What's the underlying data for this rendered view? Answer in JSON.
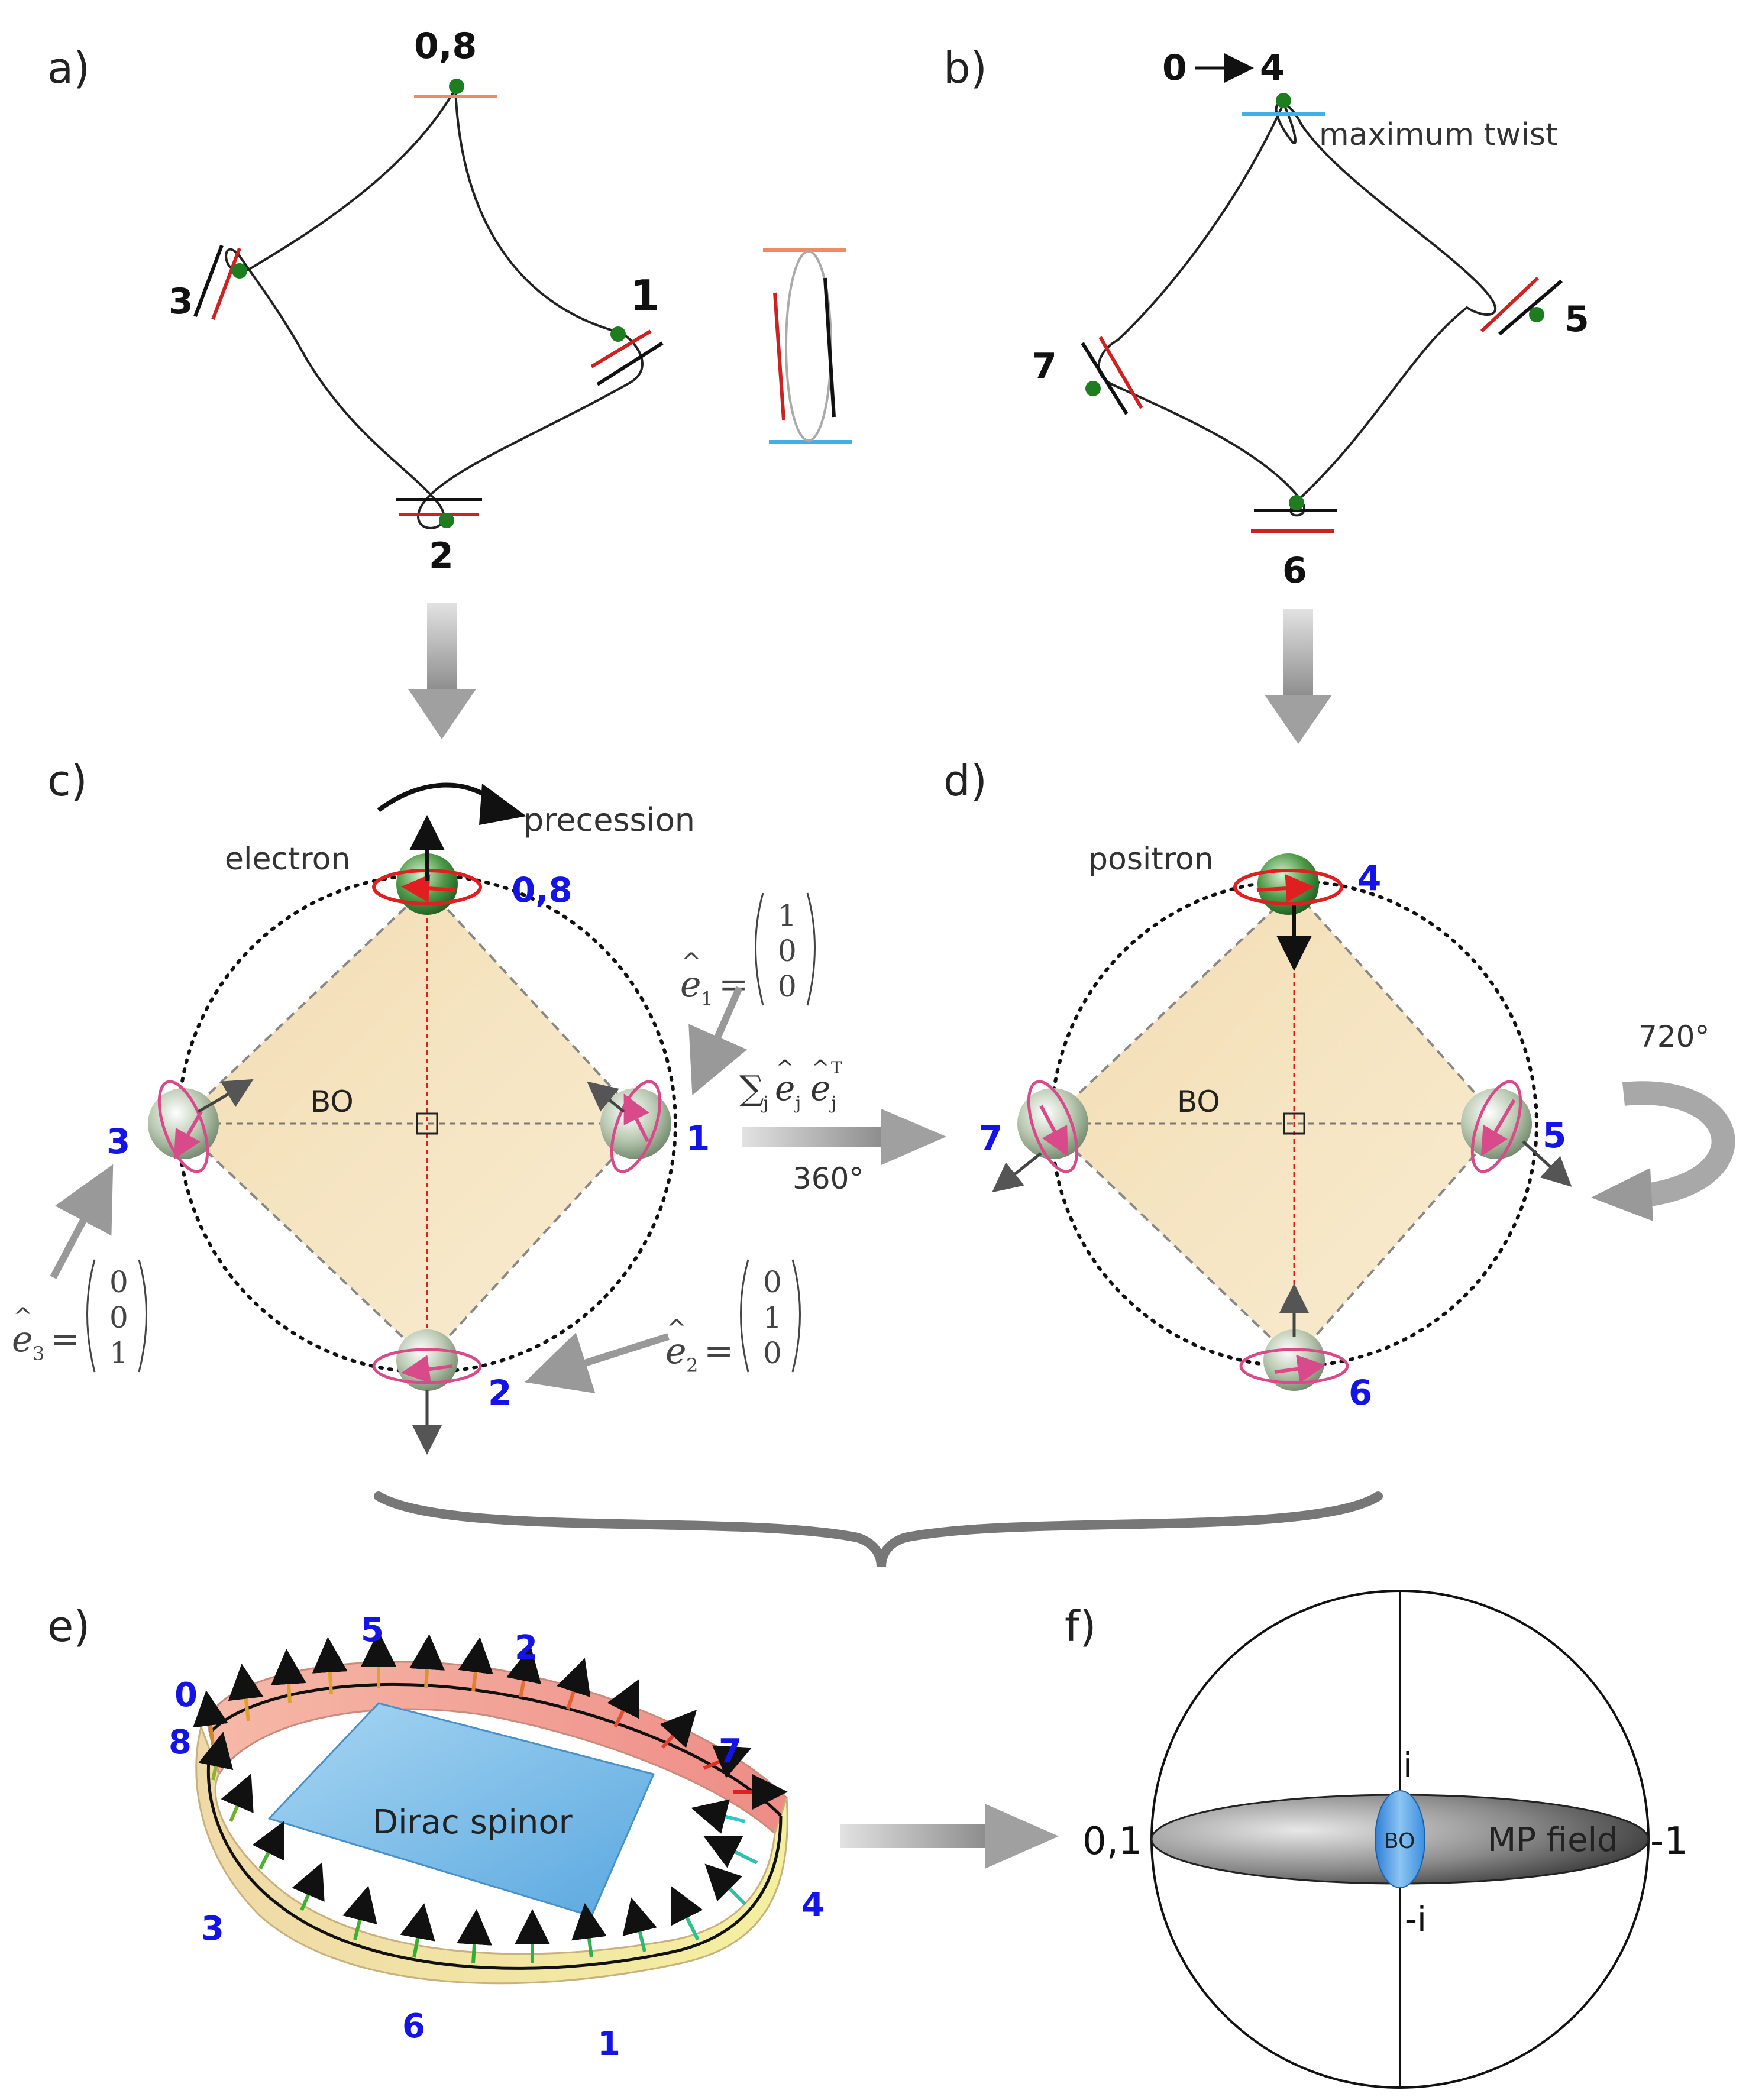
{
  "panel_a": {
    "letter": "a)",
    "labels": {
      "p08": "0,8",
      "p1": "1",
      "p2": "2",
      "p3": "3"
    }
  },
  "panel_b": {
    "letter": "b)",
    "labels": {
      "p0": "0",
      "p4": "4",
      "p5": "5",
      "p6": "6",
      "p7": "7"
    },
    "annotation": "maximum twist"
  },
  "panel_c": {
    "letter": "c)",
    "electron": "electron",
    "precession": "precession",
    "bo": "BO",
    "labels": {
      "p08": "0,8",
      "p1": "1",
      "p2": "2",
      "p3": "3"
    },
    "e1": {
      "name": "e",
      "sub": "1",
      "vec": [
        "1",
        "0",
        "0"
      ]
    },
    "e2": {
      "name": "e",
      "sub": "2",
      "vec": [
        "0",
        "1",
        "0"
      ]
    },
    "e3": {
      "name": "e",
      "sub": "3",
      "vec": [
        "0",
        "0",
        "1"
      ]
    }
  },
  "transition": {
    "sum_j": "j",
    "exponent": "T",
    "angle": "360°"
  },
  "panel_d": {
    "letter": "d)",
    "positron": "positron",
    "bo": "BO",
    "angle": "720°",
    "labels": {
      "p4": "4",
      "p5": "5",
      "p6": "6",
      "p7": "7"
    }
  },
  "panel_e": {
    "letter": "e)",
    "spinor": "Dirac spinor",
    "labels": {
      "p0": "0",
      "p8": "8",
      "p5": "5",
      "p2": "2",
      "p7": "7",
      "p4": "4",
      "p3": "3",
      "p6": "6",
      "p1": "1"
    }
  },
  "panel_f": {
    "letter": "f)",
    "left": "0,1",
    "right": "-1",
    "top": "i",
    "bottom": "-i",
    "bo": "BO",
    "field": "MP field"
  },
  "colors": {
    "blue_label": "#1414e6",
    "red": "#cc2222",
    "orange": "#f08a60",
    "cyan": "#3fb0e8",
    "dot_green": "#1e7d1e"
  }
}
